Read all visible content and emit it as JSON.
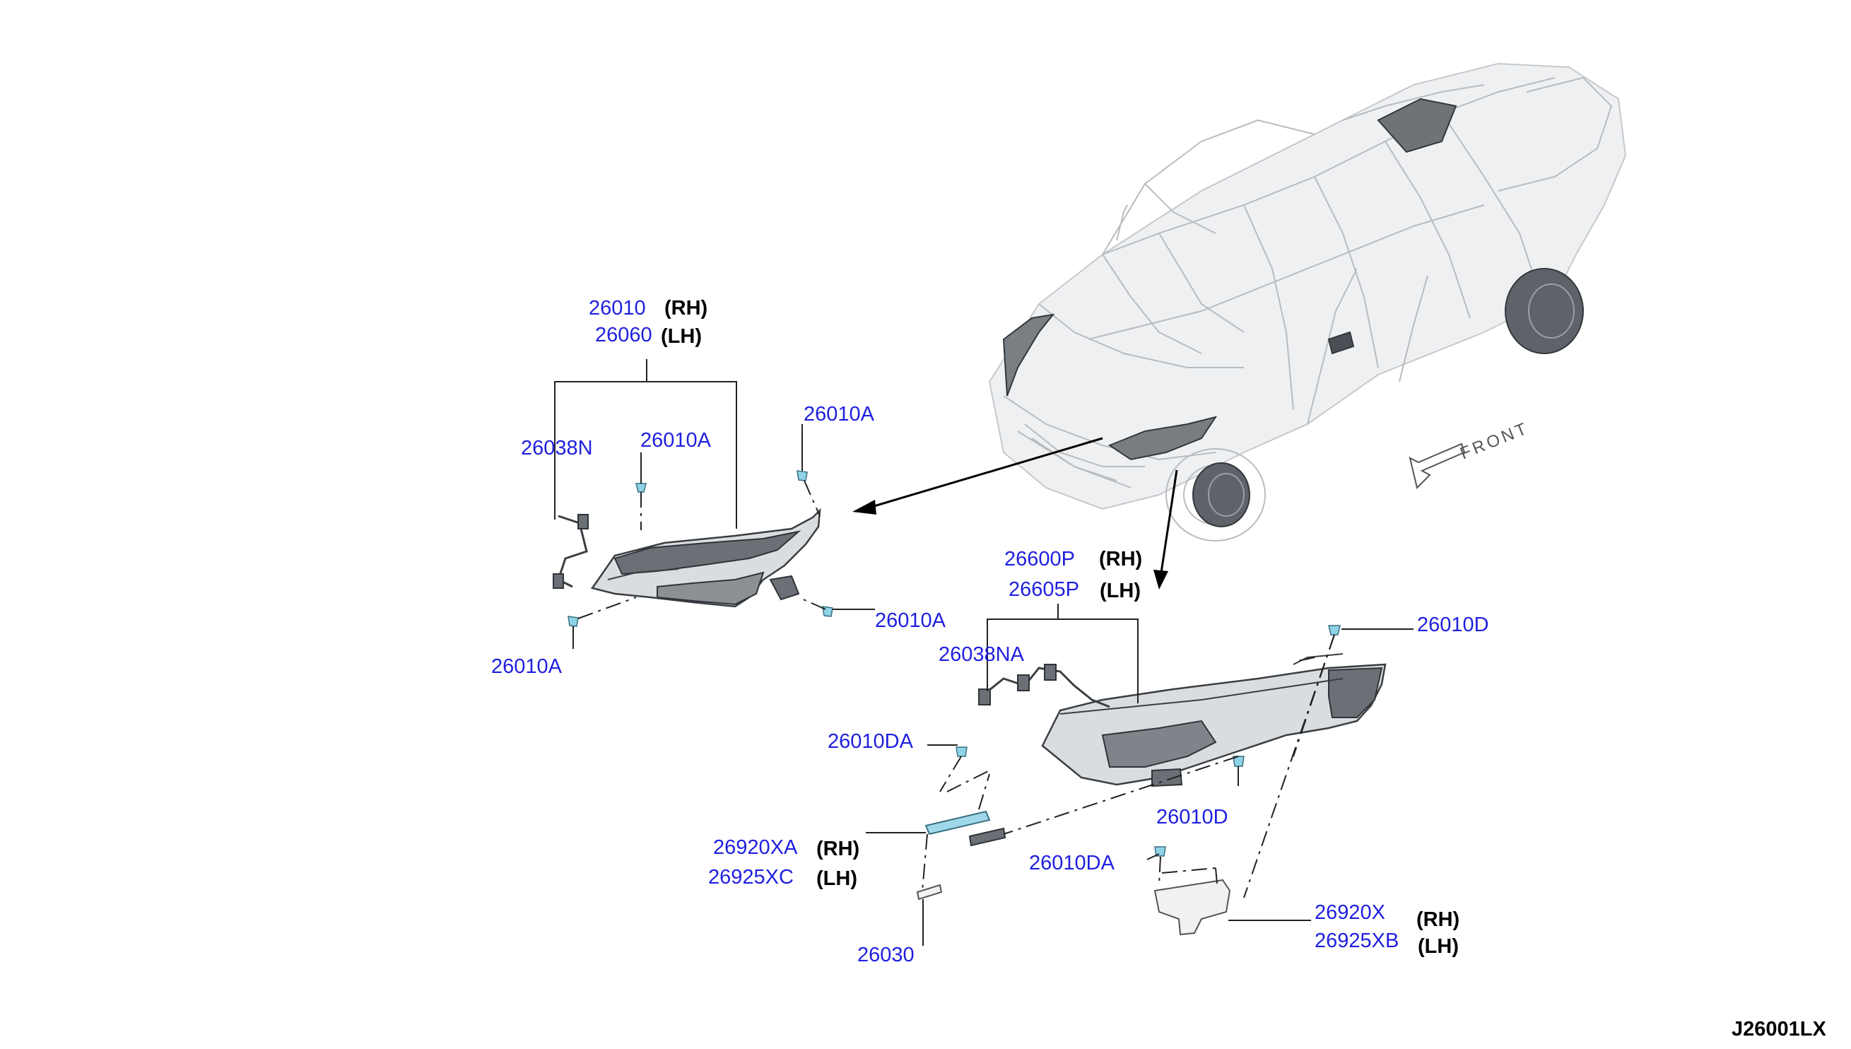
{
  "diagram_code": "J26001LX",
  "front_label": "FRONT",
  "callouts": {
    "head_lamp_assy_rh": "26010",
    "head_lamp_assy_lh": "26060",
    "harness_left": "26038N",
    "screw_top_center": "26010A",
    "screw_top_right": "26010A",
    "screw_right": "26010A",
    "screw_left": "26010A",
    "lamp_assy_lower_rh": "26600P",
    "lamp_assy_lower_lh": "26605P",
    "harness_lower": "26038NA",
    "clip_top_right": "26010D",
    "clip_middle": "26010D",
    "clip_left_upper": "26010DA",
    "clip_lower_middle": "26010DA",
    "drl_left_rh": "26920XA",
    "drl_left_lh": "26925XC",
    "bulb": "26030",
    "drl_right_rh": "26920X",
    "drl_right_lh": "26925XB"
  },
  "sides": {
    "rh": "(RH)",
    "lh": "(LH)"
  }
}
